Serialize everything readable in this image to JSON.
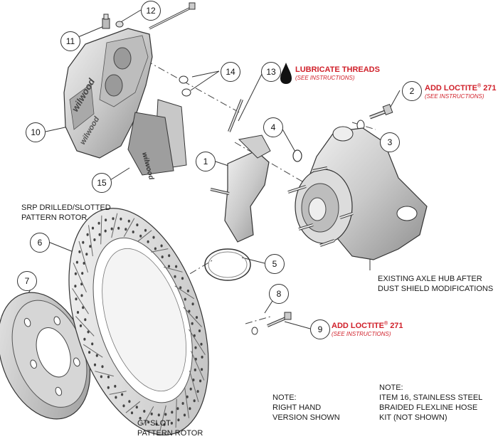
{
  "labels": {
    "lubricate_title": "LUBRICATE THREADS",
    "lubricate_note": "(SEE INSTRUCTIONS)",
    "loctite_2_title": "ADD LOCTITE",
    "loctite_2_num": "271",
    "loctite_2_note": "(SEE INSTRUCTIONS)",
    "loctite_9_title": "ADD LOCTITE",
    "loctite_9_num": "271",
    "loctite_9_note": "(SEE INSTRUCTIONS)",
    "registered_mark": "®",
    "srp_line1": "SRP DRILLED/SLOTTED",
    "srp_line2": "PATTERN ROTOR",
    "gt_line1": "GT SLOT",
    "gt_line2": "PATTERN ROTOR",
    "axle_line1": "EXISTING AXLE HUB AFTER",
    "axle_line2": "DUST SHIELD MODIFICATIONS",
    "note1_head": "NOTE:",
    "note1_line1": "RIGHT HAND",
    "note1_line2": "VERSION SHOWN",
    "note2_head": "NOTE:",
    "note2_line1": "ITEM 16, STAINLESS STEEL",
    "note2_line2": "BRAIDED FLEXLINE HOSE",
    "note2_line3": "KIT (NOT SHOWN)",
    "brand": "wilwood"
  },
  "callouts": [
    "1",
    "2",
    "3",
    "4",
    "5",
    "6",
    "7",
    "8",
    "9",
    "10",
    "11",
    "12",
    "13",
    "14",
    "15"
  ],
  "colors": {
    "red": "#d0202a",
    "line": "#333333",
    "part_fill": "#d9d9d9",
    "part_dark": "#8a8a8a"
  }
}
